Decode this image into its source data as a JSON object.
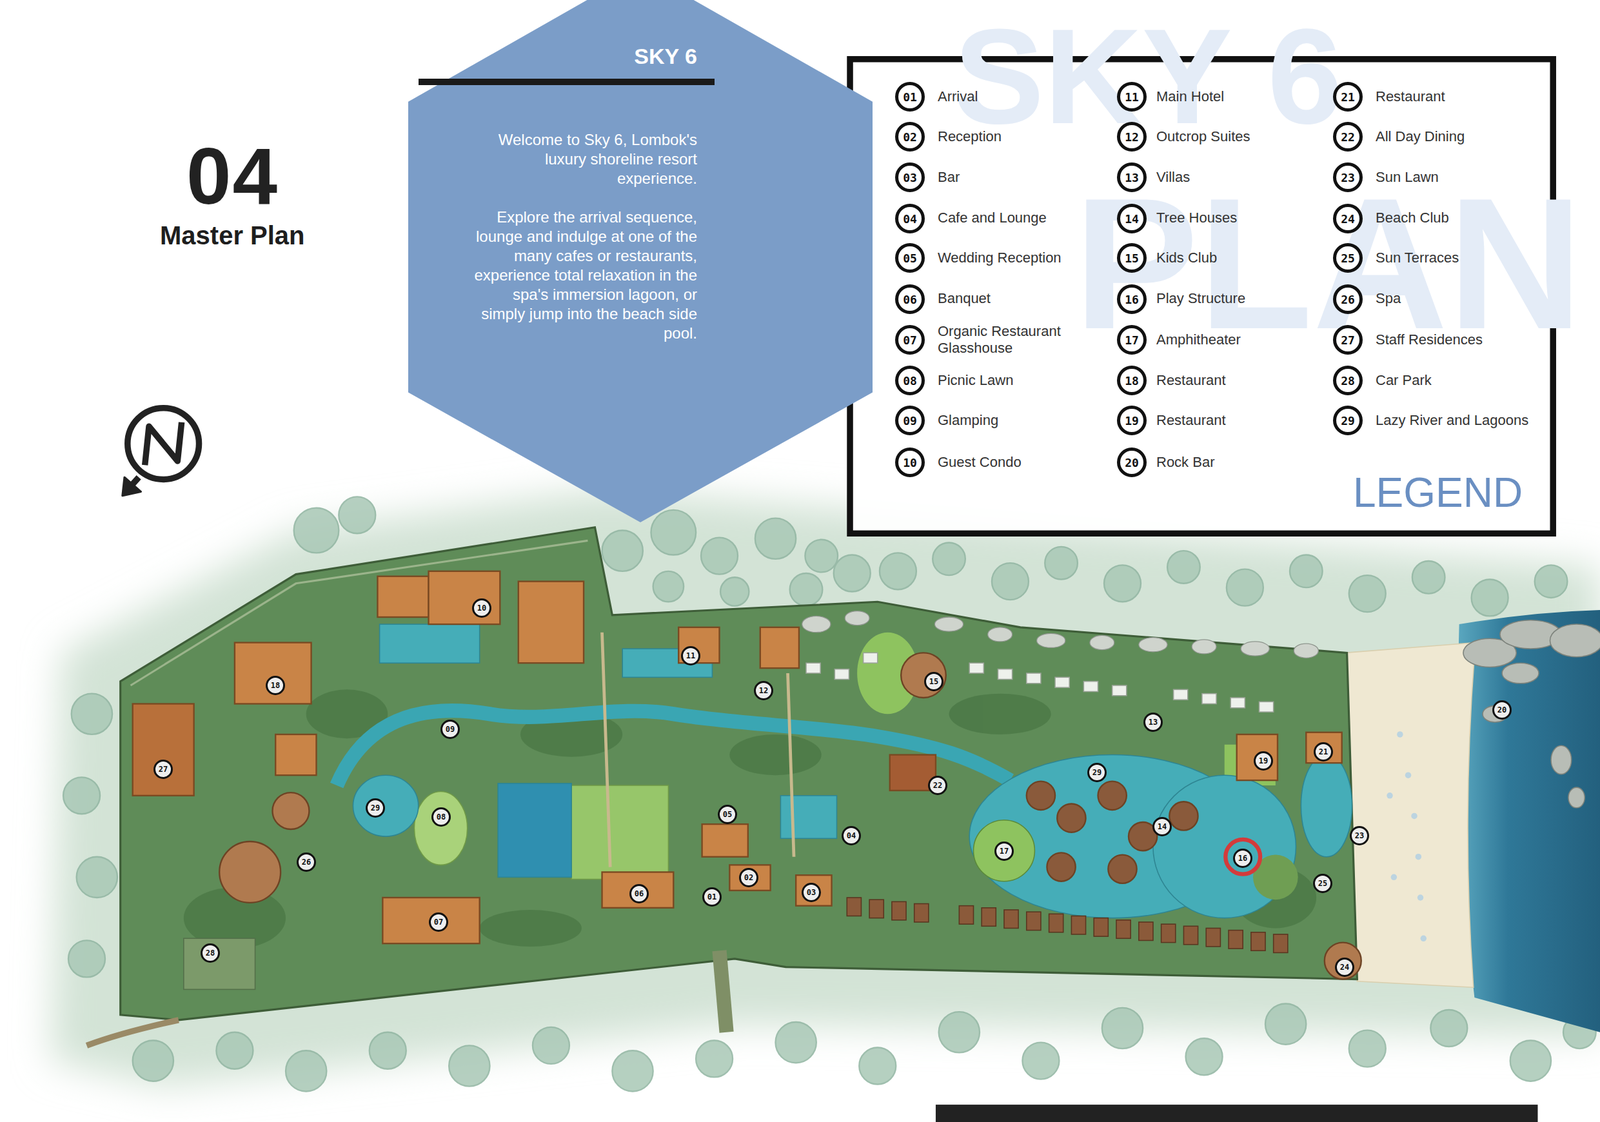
{
  "diagram": {
    "title": "Master Plan",
    "nodes": [
      {
        "text": [
          "SKY 6",
          "Welcome to Sky 6, Lombok's luxury shoreline resort experience.",
          "Explore the arrival sequence, lounge and indulge at one of the many cafes or restaurants, experience total relaxation in the spa's immersion lagoon, or simply jump into the beach side pool."
        ]
      }
    ],
    "labels": [
      "04",
      "SKY 6",
      "PLAN",
      "01",
      "02",
      "03",
      "04",
      "05",
      "06",
      "07",
      "08",
      "09",
      "10",
      "11",
      "12",
      "13",
      "14",
      "15",
      "16",
      "17",
      "18",
      "19",
      "20",
      "21",
      "22",
      "23",
      "24",
      "25",
      "26",
      "27",
      "28",
      "29",
      "LEGEND",
      "10",
      "18",
      "11",
      "12",
      "09",
      "27",
      "29",
      "08",
      "15",
      "13",
      "05",
      "04",
      "22",
      "29",
      "19",
      "21",
      "20",
      "26",
      "02",
      "03",
      "17",
      "14",
      "16",
      "23",
      "07",
      "06",
      "01",
      "25",
      "28",
      "24"
    ],
    "legend": [
      {
        "text": "Arrival"
      },
      {
        "text": "Reception"
      },
      {
        "text": "Bar"
      },
      {
        "text": "Cafe and Lounge"
      },
      {
        "text": "Wedding Reception"
      },
      {
        "text": "Banquet"
      },
      {
        "text": "Organic Restaurant Glasshouse"
      },
      {
        "text": "Picnic Lawn"
      },
      {
        "text": "Glamping"
      },
      {
        "text": "Guest Condo"
      },
      {
        "text": "Main Hotel"
      },
      {
        "text": "Outcrop Suites"
      },
      {
        "text": "Villas"
      },
      {
        "text": "Tree Houses"
      },
      {
        "text": "Kids Club"
      },
      {
        "text": "Play Structure"
      },
      {
        "text": "Amphitheater"
      },
      {
        "text": "Restaurant"
      },
      {
        "text": "Restaurant"
      },
      {
        "text": "Rock Bar"
      },
      {
        "text": "Restaurant"
      },
      {
        "text": "All Day Dining"
      },
      {
        "text": "Sun Lawn"
      },
      {
        "text": "Beach Club"
      },
      {
        "text": "Sun Terraces"
      },
      {
        "text": "Spa"
      },
      {
        "text": "Staff Residences"
      },
      {
        "text": "Car Park"
      },
      {
        "text": "Lazy River and Lagoons"
      }
    ]
  }
}
